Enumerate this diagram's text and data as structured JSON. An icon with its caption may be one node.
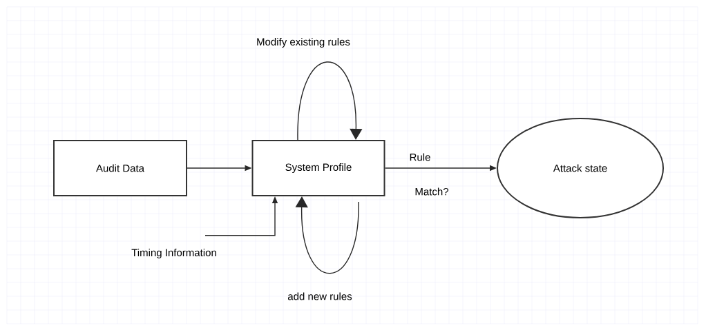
{
  "diagram": {
    "nodes": [
      {
        "text": [
          "Audit Data"
        ]
      },
      {
        "text": [
          "System Profile"
        ]
      },
      {
        "text": [
          "Attack state"
        ]
      },
      {
        "text": [
          "Timing Information"
        ]
      }
    ],
    "edges": [
      {
        "from": 0,
        "to": 1,
        "arrow": "to"
      },
      {
        "from": 1,
        "to": 2,
        "arrow": "to",
        "label": "Rule"
      },
      {
        "from": 1,
        "to": 1,
        "arrow": "to",
        "label": "Modify existing rules"
      },
      {
        "from": 1,
        "to": 1,
        "arrow": "to",
        "label": "add new rules"
      },
      {
        "from": 3,
        "to": 1,
        "arrow": "to"
      }
    ],
    "labels": [
      "Match?"
    ]
  }
}
